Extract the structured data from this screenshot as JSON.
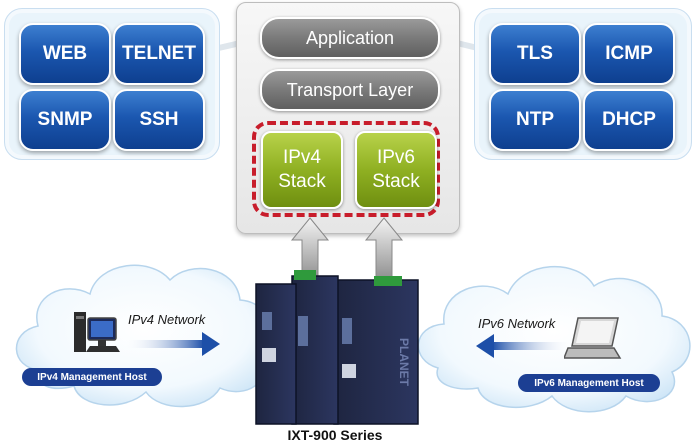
{
  "left_protocols": [
    "WEB",
    "TELNET",
    "SNMP",
    "SSH"
  ],
  "right_protocols": [
    "TLS",
    "ICMP",
    "NTP",
    "DHCP"
  ],
  "stack": {
    "application": "Application",
    "transport": "Transport Layer",
    "ipv4": [
      "IPv4",
      "Stack"
    ],
    "ipv6": [
      "IPv6",
      "Stack"
    ]
  },
  "left_network": {
    "label": "IPv4 Network",
    "host": "IPv4 Management Host"
  },
  "right_network": {
    "label": "IPv6 Network",
    "host": "IPv6 Management Host"
  },
  "device": {
    "brand": "PLANET",
    "caption": "IXT-900 Series"
  },
  "colors": {
    "protocol_blue": "#1b57b0",
    "stack_green": "#8fb022",
    "dashed_red": "#c81d2b",
    "host_label": "#1c3f93"
  }
}
